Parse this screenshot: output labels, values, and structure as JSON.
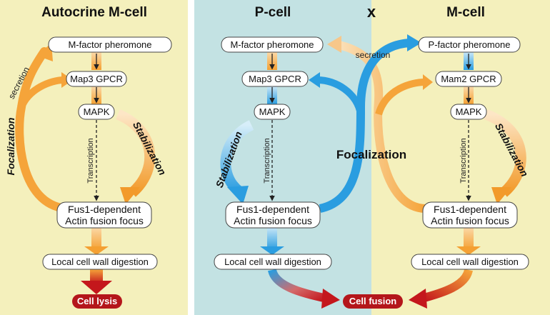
{
  "panels": {
    "autocrine_title": "Autocrine M-cell",
    "p_title": "P-cell",
    "cross_symbol": "x",
    "m_title": "M-cell"
  },
  "autocrine": {
    "pheromone": "M-factor pheromone",
    "gpcr": "Map3 GPCR",
    "mapk": "MAPK",
    "focus_line1": "Fus1-dependent",
    "focus_line2": "Actin fusion focus",
    "digestion": "Local cell wall digestion",
    "outcome": "Cell lysis",
    "secretion": "secretion",
    "focalization": "Focalization",
    "stabilization": "Stabilization",
    "transcription": "Transcription"
  },
  "p_cell": {
    "pheromone": "M-factor pheromone",
    "gpcr": "Map3 GPCR",
    "mapk": "MAPK",
    "focus_line1": "Fus1-dependent",
    "focus_line2": "Actin fusion focus",
    "digestion": "Local cell wall digestion",
    "stabilization": "Stabilization",
    "transcription": "Transcription"
  },
  "m_cell": {
    "pheromone": "P-factor pheromone",
    "gpcr": "Mam2 GPCR",
    "mapk": "MAPK",
    "focus_line1": "Fus1-dependent",
    "focus_line2": "Actin fusion focus",
    "digestion": "Local cell wall digestion",
    "stabilization": "Stabilization",
    "transcription": "Transcription"
  },
  "shared": {
    "secretion": "secretion",
    "focalization": "Focalization",
    "outcome": "Cell fusion"
  },
  "colors": {
    "yellow_bg": "#f4f0bc",
    "teal_bg": "#c3e2e3",
    "orange": "#f5a43a",
    "blue": "#2a9de0",
    "red": "#c4171c"
  }
}
